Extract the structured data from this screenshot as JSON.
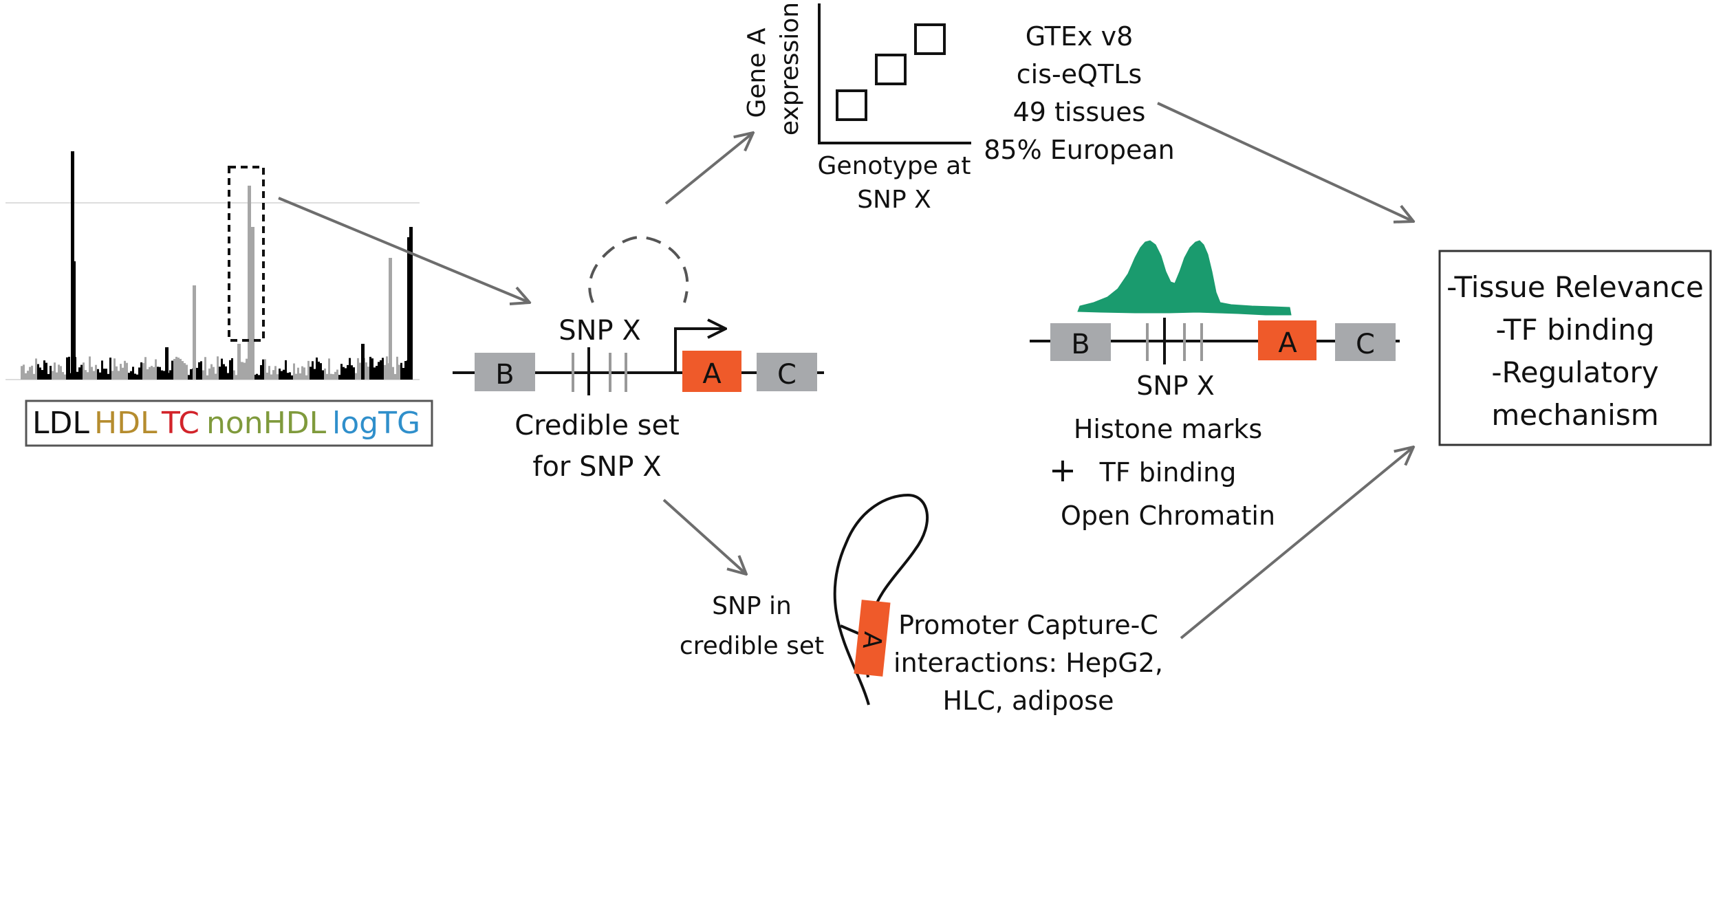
{
  "colors": {
    "ink": "#111111",
    "arrow": "#6d6d6d",
    "gene_orange": "#ef5a2a",
    "gene_grey": "#a7a9ac",
    "snp_grey": "#999999",
    "histone_green": "#1a9b6e",
    "manhattan_dark": "#000000",
    "manhattan_light": "#a6a6a6"
  },
  "legend": {
    "items": [
      {
        "label": "LDL",
        "color": "#111111"
      },
      {
        "label": "HDL",
        "color": "#b58c2e"
      },
      {
        "label": "TC",
        "color": "#d2232a"
      },
      {
        "label": "nonHDL",
        "color": "#7f9a3c"
      },
      {
        "label": "logTG",
        "color": "#2f8fcb"
      }
    ]
  },
  "center": {
    "gene_b": "B",
    "gene_a": "A",
    "gene_c": "C",
    "snp_label": "SNP X",
    "caption_line1": "Credible set",
    "caption_line2": "for SNP X"
  },
  "eqtl": {
    "ylabel_line1": "Gene A",
    "ylabel_line2": "expression",
    "xlabel_line1": "Genotype at",
    "xlabel_line2": "SNP X",
    "info": [
      "GTEx v8",
      "cis-eQTLs",
      "49 tissues",
      "85% European"
    ]
  },
  "histone": {
    "gene_b": "B",
    "gene_a": "A",
    "gene_c": "C",
    "snp_label": "SNP X",
    "line1": "Histone marks",
    "plus": "+",
    "line2": "TF binding",
    "line3": "Open Chromatin"
  },
  "capture": {
    "snp_line1": "SNP in",
    "snp_line2": "credible set",
    "gene": "A",
    "line1": "Promoter Capture-C",
    "line2": "interactions: HepG2,",
    "line3": "HLC,  adipose"
  },
  "result": {
    "lines": [
      "-Tissue Relevance",
      "-TF binding",
      "-Regulatory",
      "mechanism"
    ]
  }
}
